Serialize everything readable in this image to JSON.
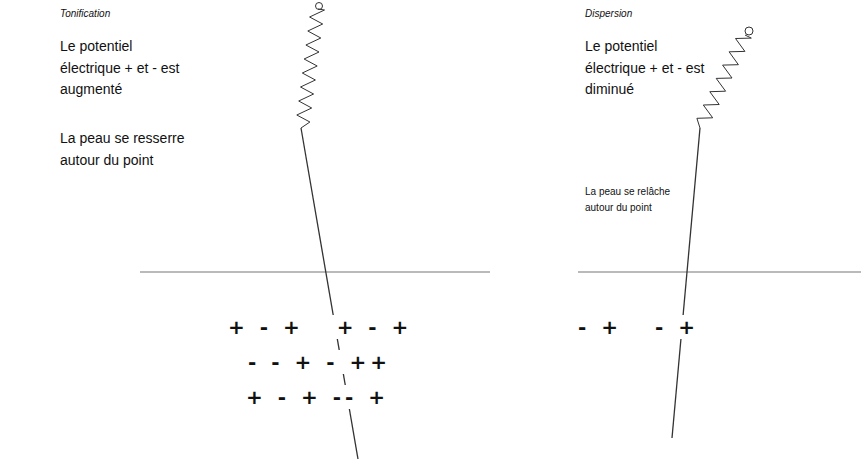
{
  "diagram": {
    "labels": [
      "Tonification",
      "Le potentiel électrique + et - est augmenté",
      "La peau se resserre autour du point",
      "+ - +   + - +",
      "- - + - ++",
      "+ - + -- +",
      "Dispersion",
      "Le potentiel électrique + et - est diminué",
      "La peau se relâche autour du point",
      "- +   - +"
    ]
  }
}
